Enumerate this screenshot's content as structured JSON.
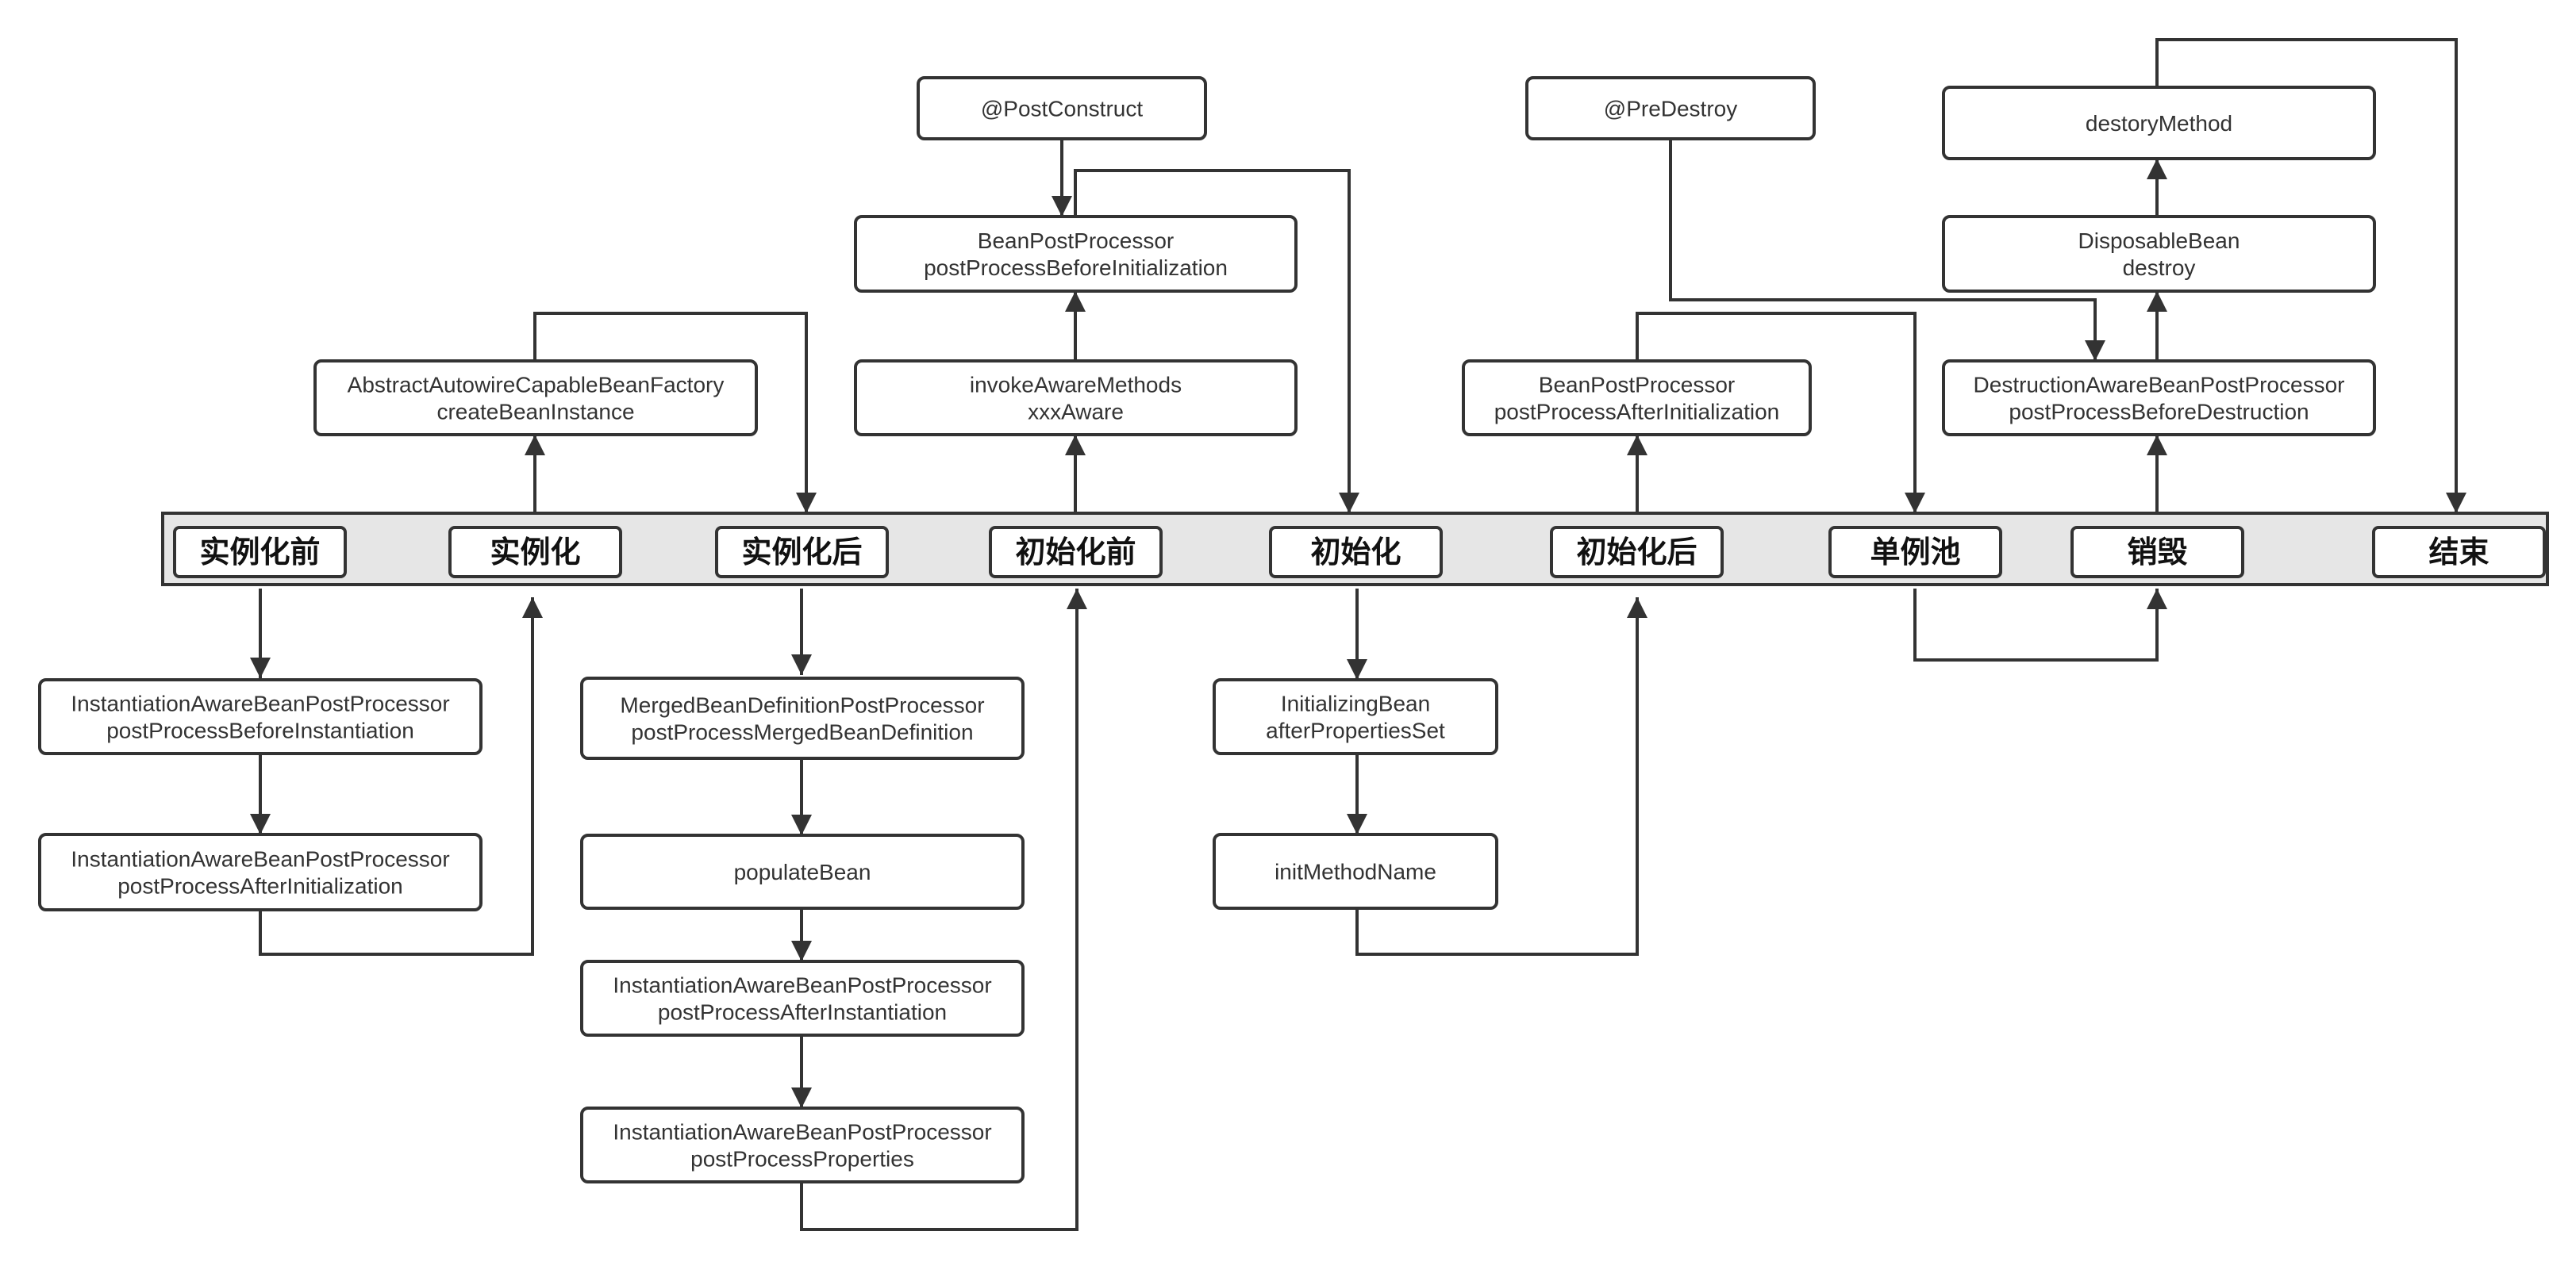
{
  "colors": {
    "line": "#333333",
    "box_border": "#333333",
    "box_fill": "#ffffff",
    "bar_fill": "#e6e6e6",
    "text": "#333333"
  },
  "stages": [
    {
      "id": "before-instantiation",
      "label": "实例化前"
    },
    {
      "id": "instantiation",
      "label": "实例化"
    },
    {
      "id": "after-instantiation",
      "label": "实例化后"
    },
    {
      "id": "before-initialization",
      "label": "初始化前"
    },
    {
      "id": "initialization",
      "label": "初始化"
    },
    {
      "id": "after-initialization",
      "label": "初始化后"
    },
    {
      "id": "singleton-pool",
      "label": "单例池"
    },
    {
      "id": "destroy",
      "label": "销毁"
    },
    {
      "id": "end",
      "label": "结束"
    }
  ],
  "nodes": [
    {
      "id": "post-construct",
      "lines": [
        "@PostConstruct"
      ]
    },
    {
      "id": "pre-destroy",
      "lines": [
        "@PreDestroy"
      ]
    },
    {
      "id": "destory-method",
      "lines": [
        "destoryMethod"
      ]
    },
    {
      "id": "bpp-before-init",
      "lines": [
        "BeanPostProcessor",
        "postProcessBeforeInitialization"
      ]
    },
    {
      "id": "disposable-bean",
      "lines": [
        "DisposableBean",
        "destroy"
      ]
    },
    {
      "id": "create-bean-instance",
      "lines": [
        "AbstractAutowireCapableBeanFactory",
        "createBeanInstance"
      ]
    },
    {
      "id": "invoke-aware",
      "lines": [
        "invokeAwareMethods",
        "xxxAware"
      ]
    },
    {
      "id": "bpp-after-init",
      "lines": [
        "BeanPostProcessor",
        "postProcessAfterInitialization"
      ]
    },
    {
      "id": "destruction-aware",
      "lines": [
        "DestructionAwareBeanPostProcessor",
        "postProcessBeforeDestruction"
      ]
    },
    {
      "id": "iabpp-before-inst",
      "lines": [
        "InstantiationAwareBeanPostProcessor",
        "postProcessBeforeInstantiation"
      ]
    },
    {
      "id": "merged-bd",
      "lines": [
        "MergedBeanDefinitionPostProcessor",
        "postProcessMergedBeanDefinition"
      ]
    },
    {
      "id": "initializing-bean",
      "lines": [
        "InitializingBean",
        "afterPropertiesSet"
      ]
    },
    {
      "id": "iabpp-after-init",
      "lines": [
        "InstantiationAwareBeanPostProcessor",
        "postProcessAfterInitialization"
      ]
    },
    {
      "id": "populate-bean",
      "lines": [
        "populateBean"
      ]
    },
    {
      "id": "init-method-name",
      "lines": [
        "initMethodName"
      ]
    },
    {
      "id": "iabpp-after-inst",
      "lines": [
        "InstantiationAwareBeanPostProcessor",
        "postProcessAfterInstantiation"
      ]
    },
    {
      "id": "iabpp-properties",
      "lines": [
        "InstantiationAwareBeanPostProcessor",
        "postProcessProperties"
      ]
    }
  ]
}
